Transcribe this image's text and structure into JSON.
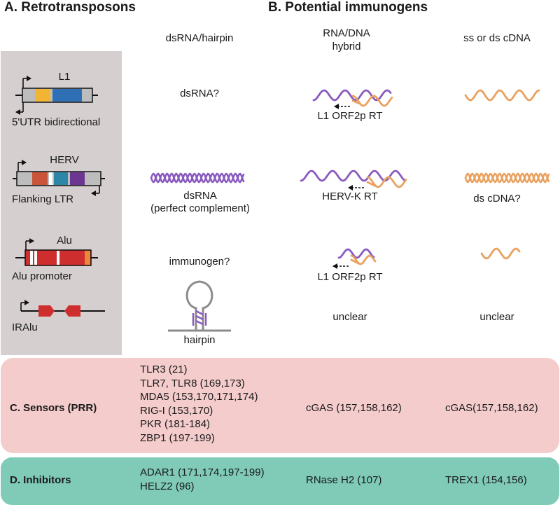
{
  "panels": {
    "a_title": "A. Retrotransposons",
    "b_title": "B. Potential immunogens"
  },
  "columns": {
    "dsrna": "dsRNA/hairpin",
    "hybrid_l1": "RNA/DNA",
    "hybrid_l2": "hybrid",
    "cdna": "ss or ds cDNA"
  },
  "elements": {
    "l1": {
      "name": "L1",
      "sub": "5'UTR bidirectional"
    },
    "herv": {
      "name": "HERV",
      "sub": "Flanking LTR"
    },
    "alu": {
      "name": "Alu",
      "sub": "Alu promoter"
    },
    "iralu": {
      "name": "IRAlu"
    }
  },
  "immunogens": {
    "l1_dsrna": "dsRNA?",
    "l1_hybrid": "L1 ORF2p RT",
    "herv_dsrna_l1": "dsRNA",
    "herv_dsrna_l2": "(perfect complement)",
    "herv_hybrid": "HERV-K RT",
    "herv_cdna": "ds cDNA?",
    "alu_dsrna": "immunogen?",
    "alu_hybrid": "L1 ORF2p RT",
    "iralu_dsrna": "hairpin",
    "iralu_hybrid": "unclear",
    "iralu_cdna": "unclear"
  },
  "sensors": {
    "label": "C. Sensors (PRR)",
    "dsrna": [
      "TLR3 (21)",
      "TLR7, TLR8 (169,173)",
      "MDA5 (153,170,171,174)",
      "RIG-I (153,170)",
      "PKR (181-184)",
      "ZBP1 (197-199)"
    ],
    "hybrid": "cGAS (157,158,162)",
    "cdna": "cGAS(157,158,162)"
  },
  "inhibitors": {
    "label": "D. Inhibitors",
    "dsrna": [
      "ADAR1 (171,174,197-199)",
      "HELZ2 (96)"
    ],
    "hybrid": "RNase H2 (107)",
    "cdna": "TREX1 (154,156)"
  },
  "colors": {
    "panel_a_bg": "#d6cfcf",
    "sensors_bg": "#f4cccc",
    "inhibitors_bg": "#7fcbb8",
    "rna_purple": "#8a5bbf",
    "dna_orange": "#e9a15f",
    "l1_orf1": "#f2b433",
    "l1_orf2": "#2f6fb5",
    "herv_gag": "#c9543a",
    "herv_pol": "#2b86a8",
    "herv_env": "#6b3791",
    "alu_red": "#cf2e2e",
    "alu_tail": "#e8893a",
    "box_grey": "#bdbdbd"
  }
}
